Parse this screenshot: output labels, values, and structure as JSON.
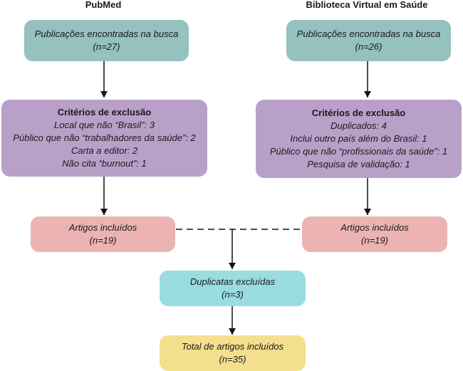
{
  "columns": {
    "left_title": "PubMed",
    "right_title": "Biblioteca Virtual em Saúde"
  },
  "left": {
    "found": {
      "label": "Publicações encontradas na busca",
      "count": "(n=27)"
    },
    "exclusion": {
      "title": "Critérios de exclusão",
      "items": [
        "Local que não “Brasil”: 3",
        "Público que não “trabalhadores da saúde”: 2",
        "Carta a editor: 2",
        "Não cita “burnout”: 1"
      ]
    },
    "included": {
      "label": "Artigos incluídos",
      "count": "(n=19)"
    }
  },
  "right": {
    "found": {
      "label": "Publicações encontradas na busca",
      "count": "(n=26)"
    },
    "exclusion": {
      "title": "Critérios de exclusão",
      "items": [
        "Duplicados: 4",
        "Inclui outro país além do Brasil: 1",
        "Público que não “profissionais da saúde”: 1",
        "Pesquisa de validação: 1"
      ]
    },
    "included": {
      "label": "Artigos incluídos",
      "count": "(n=19)"
    }
  },
  "duplicates": {
    "label": "Duplicatas excluídas",
    "count": "(n=3)"
  },
  "total": {
    "label": "Total de artigos incluídos",
    "count": "(n=35)"
  },
  "colors": {
    "search": "#95c1be",
    "exclusion": "#b9a0c9",
    "included": "#ebb4b3",
    "duplicates": "#99dde0",
    "total": "#f3df8d"
  }
}
